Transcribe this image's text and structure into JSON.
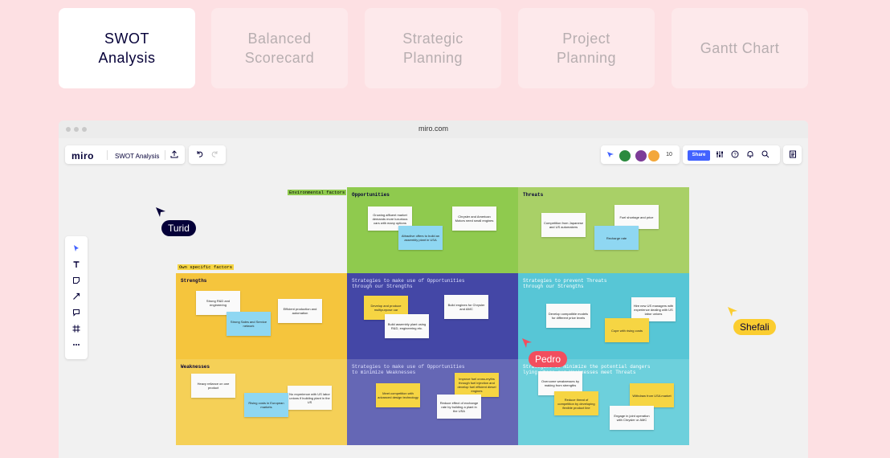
{
  "tabs": [
    {
      "label": "SWOT\nAnalysis",
      "active": true
    },
    {
      "label": "Balanced\nScorecard",
      "active": false
    },
    {
      "label": "Strategic\nPlanning",
      "active": false
    },
    {
      "label": "Project\nPlanning",
      "active": false
    },
    {
      "label": "Gantt Chart",
      "active": false
    }
  ],
  "browser": {
    "url": "miro.com"
  },
  "toolbar": {
    "logo": "miro",
    "board_name": "SWOT Analysis",
    "collaborator_count": "10",
    "share_label": "Share",
    "icons": [
      "upload-icon",
      "undo-icon",
      "redo-icon",
      "cursor-follow-icon",
      "settings-icon",
      "help-icon",
      "bell-icon",
      "search-icon",
      "notes-icon"
    ]
  },
  "left_tools": [
    "select-icon",
    "text-icon",
    "sticky-note-icon",
    "line-icon",
    "comment-icon",
    "frame-icon",
    "more-icon"
  ],
  "board": {
    "env_label": "Environmental factors",
    "own_label": "Own specific factors",
    "cells": {
      "opportunities": {
        "title": "Opportunities",
        "notes": [
          "Growing affluent market demands more luxurious cars with many options",
          "Chrysler and American Motors need small engines",
          "Attractive offers to build an assembly plant in USA"
        ]
      },
      "threats": {
        "title": "Threats",
        "notes": [
          "Fuel shortage and price",
          "Competition from Japanese and US automakers",
          "Recharge rate"
        ]
      },
      "strengths": {
        "title": "Strengths",
        "notes": [
          "Strong R&D and engineering",
          "Efficient production and automation",
          "Strong Sales and Service network"
        ]
      },
      "so": {
        "title": "Strategies to make use of Opportunities\nthrough our Strengths",
        "notes": [
          "Develop and produce multipurpose car",
          "Build engines for Chrysler and AMC",
          "Build assembly plant using R&D, engineering etc."
        ]
      },
      "st": {
        "title": "Strategies to prevent Threats\nthrough our Strengths",
        "notes": [
          "Develop compatible models for different price levels",
          "Hire new US managers with experience dealing with US labor unions",
          "Cope with rising costs"
        ]
      },
      "weaknesses": {
        "title": "Weaknesses",
        "notes": [
          "Heavy reliance on one product",
          "No experience with US labor unions if building plant in the US",
          "Rising costs in European markets"
        ]
      },
      "wo": {
        "title": "Strategies to make use of Opportunities\nto minimize Weaknesses",
        "notes": [
          "Improve fuel cross-myths through fuel injection and develop fuel efficient diesel engines",
          "Meet competition with advanced design technology",
          "Reduce effect of exchange rate by building a plant in the USA"
        ]
      },
      "wt": {
        "title": "Strategies to minimize the potential dangers\nlying where our Weaknesses meet Threats",
        "notes": [
          "Overcome weaknesses by making from strengths",
          "Withdraw from USA market",
          "Reduce threat of competition by developing flexible product line",
          "Engage in joint operation with Chrysler or AMC"
        ]
      }
    }
  },
  "cursors": [
    {
      "name": "Turid",
      "color": "#050038"
    },
    {
      "name": "Pedro",
      "color": "#f24e5e"
    },
    {
      "name": "Shefali",
      "color": "#fbcd30"
    }
  ],
  "colors": {
    "opportunities": "#8fca4e",
    "threats": "#a9d067",
    "strengths": "#f5c53d",
    "so": "#4447a6",
    "st": "#57c6d6",
    "weaknesses": "#f5d057",
    "wo": "#6567b5",
    "wt": "#6dd0dc"
  }
}
